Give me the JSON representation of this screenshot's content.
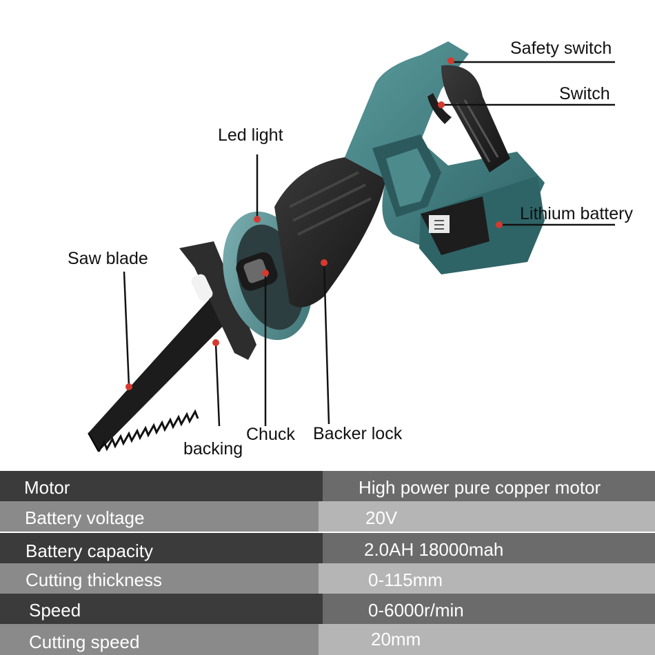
{
  "callouts": {
    "safety_switch": "Safety switch",
    "switch": "Switch",
    "led_light": "Led light",
    "lithium_battery": "Lithium battery",
    "saw_blade": "Saw blade",
    "chuck": "Chuck",
    "backer_lock": "Backer lock",
    "backing": "backing"
  },
  "specs": [
    {
      "label": "Motor",
      "value": "High power pure copper motor"
    },
    {
      "label": "Battery voltage",
      "value": "20V"
    },
    {
      "label": "Battery capacity",
      "value": "2.0AH 18000mah"
    },
    {
      "label": "Cutting thickness",
      "value": "0-115mm"
    },
    {
      "label": "Speed",
      "value": "0-6000r/min"
    },
    {
      "label": "Cutting speed",
      "value": "20mm"
    }
  ],
  "colors": {
    "tool_body": "#3f7d80",
    "grip": "#2a2a2a",
    "marker": "#d43a2f"
  }
}
